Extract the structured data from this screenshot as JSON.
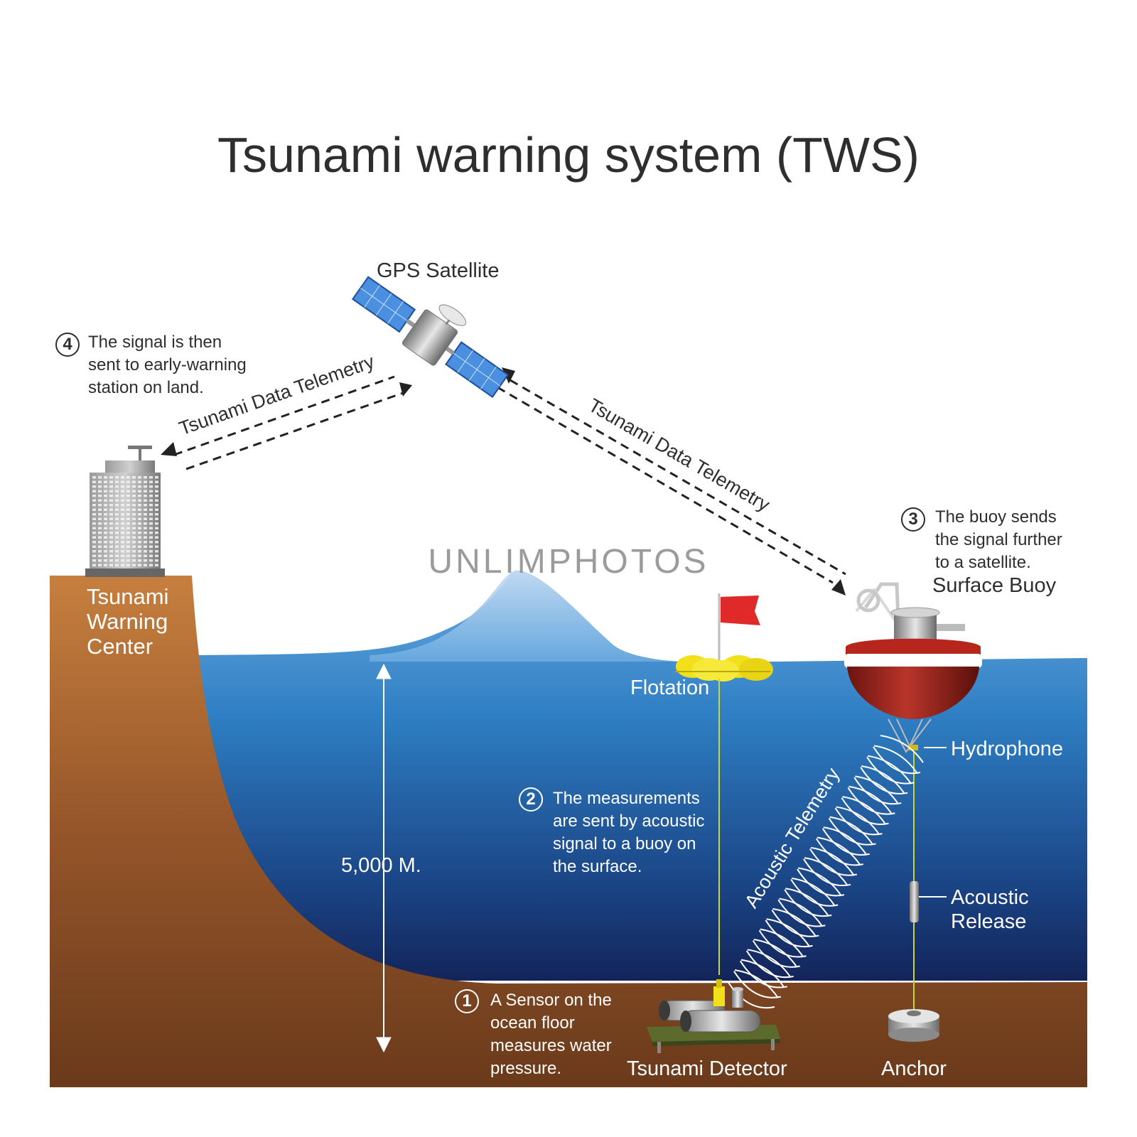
{
  "title": "Tsunami warning system (TWS)",
  "watermark": "UNLIMPHOTOS",
  "labels": {
    "gps_satellite": "GPS Satellite",
    "warning_center": [
      "Tsunami",
      "Warning",
      "Center"
    ],
    "telemetry_left": "Tsunami Data Telemetry",
    "telemetry_right": "Tsunami Data Telemetry",
    "acoustic_telemetry": "Acoustic Telemetry",
    "surface_buoy": "Surface Buoy",
    "flotation": "Flotation",
    "hydrophone": "Hydrophone",
    "acoustic_release": [
      "Acoustic",
      "Release"
    ],
    "depth": "5,000 M.",
    "tsunami_detector": "Tsunami Detector",
    "anchor": "Anchor"
  },
  "steps": [
    {
      "number": "1",
      "lines": [
        "A Sensor on the",
        "ocean floor",
        "measures water",
        "pressure."
      ]
    },
    {
      "number": "2",
      "lines": [
        "The measurements",
        "are sent by acoustic",
        "signal to a buoy on",
        "the surface."
      ]
    },
    {
      "number": "3",
      "lines": [
        "The buoy sends",
        "the signal further",
        "to a satellite."
      ]
    },
    {
      "number": "4",
      "lines": [
        "The signal is then",
        "sent to early-warning",
        "station on land."
      ]
    }
  ],
  "colors": {
    "land_top": "#c07a3a",
    "land_bottom": "#6e3d1c",
    "sea_top": "#5ea0d8",
    "sea_bottom": "#15285a",
    "buoy_red": "#8b1e18",
    "float_yellow": "#f2e11a",
    "flag_red": "#e02a2a"
  }
}
